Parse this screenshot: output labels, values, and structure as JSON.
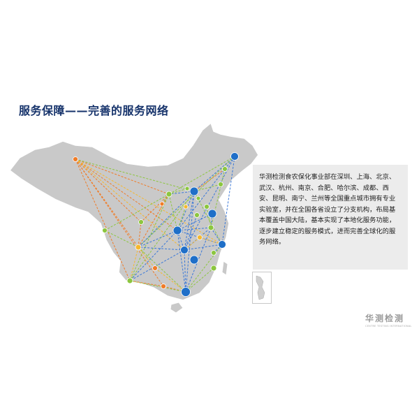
{
  "title": "服务保障——完善的服务网络",
  "description": "华测检测食农保化事业部在深圳、上海、北京、武汉、杭州、南京、合肥、哈尔滨、成都、西安、昆明、南宁、兰州等全国重点城市拥有专业实验室，并在全国各省设立了分支机构，布局基本覆盖中国大陆，基本实现了本地化服务功能，逐步建立稳定的服务模式，进而完善全球化的服务网络。",
  "logo": {
    "name_cn": "华测检测",
    "name_en": "CENTRE TESTING INTERNATIONAL"
  },
  "colors": {
    "title": "#16336b",
    "map_fill": "#c9c9c9",
    "route_orange": "#f07c28",
    "route_green": "#8cc63f",
    "route_blue": "#3a78d8",
    "route_yellow": "#f5b82e",
    "hub_blue": "#1f6fc8"
  }
}
